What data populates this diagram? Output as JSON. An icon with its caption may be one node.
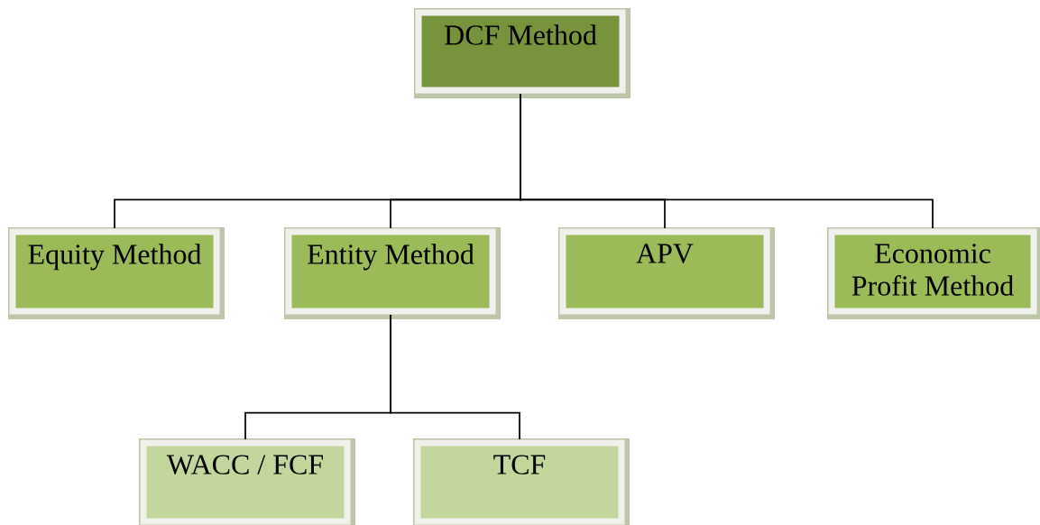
{
  "diagram": {
    "nodes": [
      {
        "text": [
          "DCF Method"
        ]
      },
      {
        "text": [
          "Equity Method"
        ]
      },
      {
        "text": [
          "Entity Method"
        ]
      },
      {
        "text": [
          "APV"
        ]
      },
      {
        "text": [
          "Economic Profit Method"
        ]
      },
      {
        "text": [
          "WACC / FCF"
        ]
      },
      {
        "text": [
          "TCF"
        ]
      }
    ],
    "edges": [
      {
        "from": 0,
        "to": 1,
        "arrow": "none"
      },
      {
        "from": 0,
        "to": 2,
        "arrow": "none"
      },
      {
        "from": 0,
        "to": 3,
        "arrow": "none"
      },
      {
        "from": 0,
        "to": 4,
        "arrow": "none"
      },
      {
        "from": 2,
        "to": 5,
        "arrow": "none"
      },
      {
        "from": 2,
        "to": 6,
        "arrow": "none"
      }
    ]
  }
}
